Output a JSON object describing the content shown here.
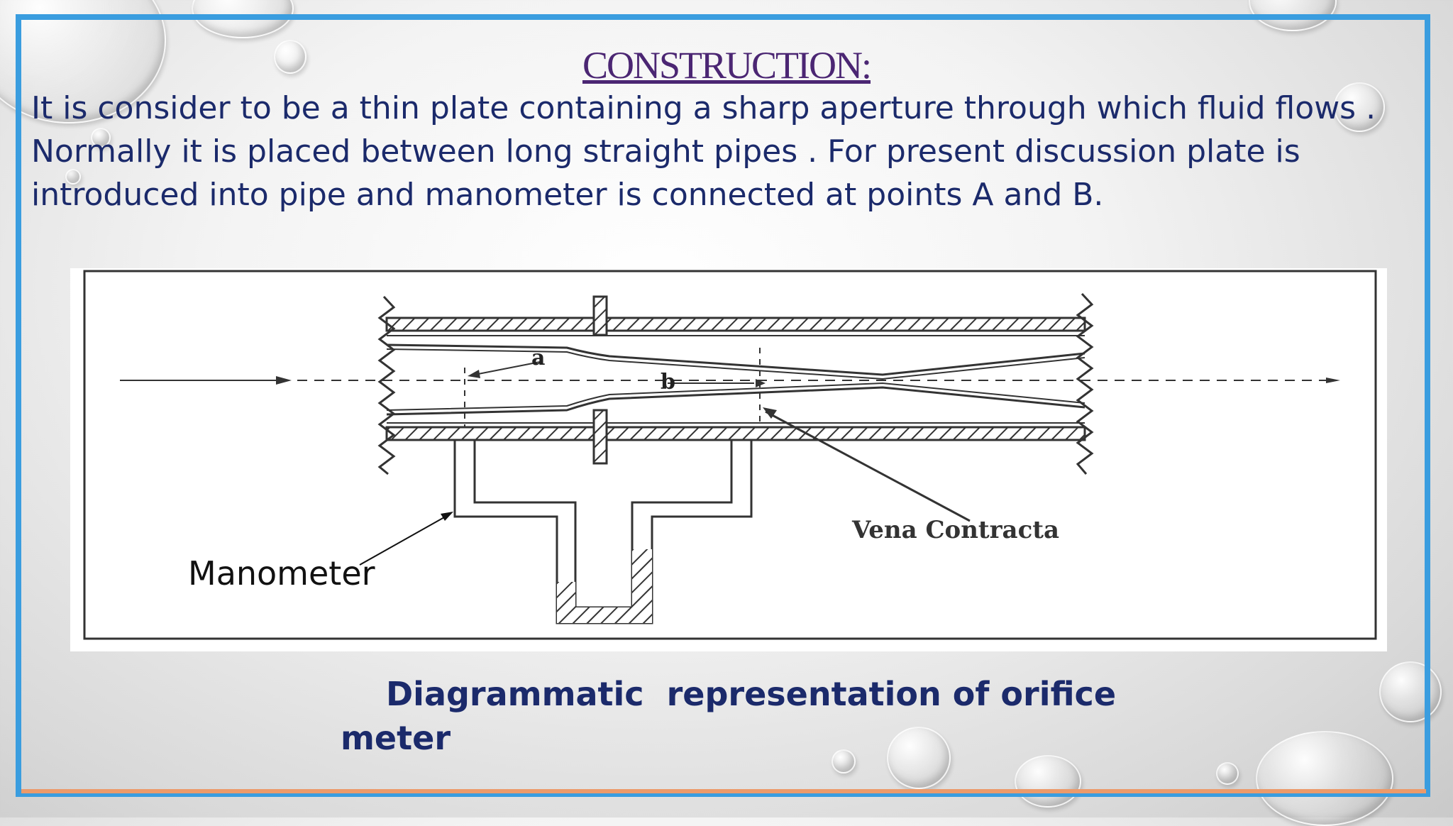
{
  "slide": {
    "title": "CONSTRUCTION:",
    "body": "It is consider to be a thin plate containing a sharp aperture through  which fluid flows . Normally it is placed between long straight pipes .  For present discussion plate is introduced into pipe and manometer is  connected at points A and B.",
    "caption_line1": "Diagrammatic  representation of orifice",
    "caption_line2": "meter"
  },
  "diagram": {
    "label_a": "a",
    "label_b": "b",
    "label_vena": "Vena Contracta",
    "label_manometer": "Manometer"
  },
  "colors": {
    "frame": "#3a9ddf",
    "accent": "#ec9a6a",
    "title": "#4b2673",
    "text": "#1b2a6b"
  }
}
